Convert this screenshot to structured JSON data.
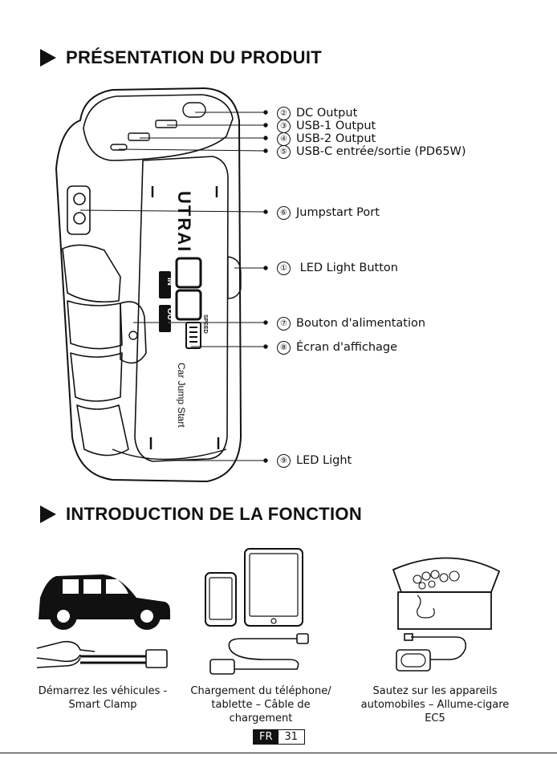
{
  "section1": {
    "title": "PRÉSENTATION DU PRODUIT"
  },
  "section2": {
    "title": "INTRODUCTION DE LA FONCTION"
  },
  "device": {
    "brand": "UTRAI",
    "tagline": "Car Jump Start",
    "badge_in": "IN",
    "badge_out": "OUT",
    "speed_label": "SPEED"
  },
  "callouts": [
    {
      "num": "②",
      "label": "DC Output"
    },
    {
      "num": "③",
      "label": "USB-1 Output"
    },
    {
      "num": "④",
      "label": "USB-2 Output"
    },
    {
      "num": "⑤",
      "label": "USB-C entrée/sortie (PD65W)"
    },
    {
      "num": "⑥",
      "label": "Jumpstart Port"
    },
    {
      "num": "①",
      "label": " LED Light Button"
    },
    {
      "num": "⑦",
      "label": "Bouton d'alimentation"
    },
    {
      "num": "⑧",
      "label": "Écran d'affichage"
    },
    {
      "num": "⑨",
      "label": "LED Light"
    }
  ],
  "features": [
    {
      "line1": "Démarrez les véhicules -",
      "line2": "Smart Clamp",
      "icon": "car-icon"
    },
    {
      "line1": "Chargement du téléphone/",
      "line2": "tablette – Câble de chargement",
      "icon": "phone-tablet-icon"
    },
    {
      "line1": "Sautez sur les appareils",
      "line2": "automobiles – Allume-cigare EC5",
      "icon": "cooler-icon"
    }
  ],
  "footer": {
    "lang": "FR",
    "page": "31"
  }
}
